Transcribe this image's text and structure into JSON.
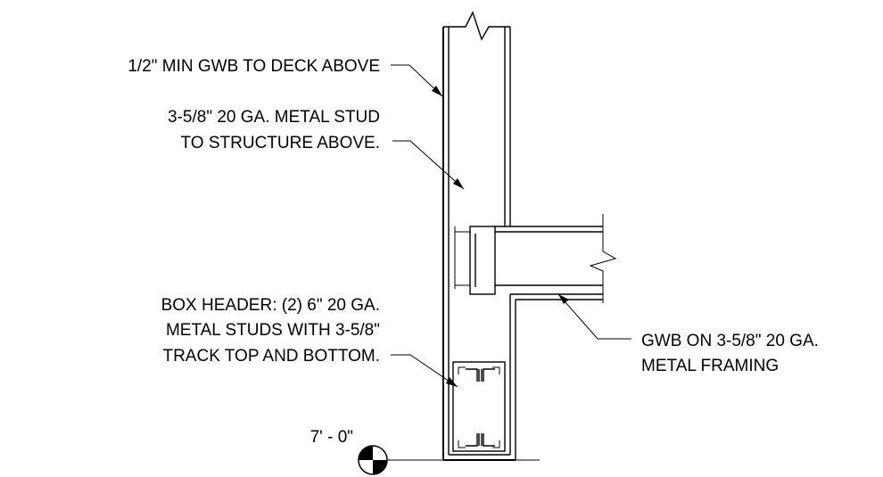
{
  "annotations": {
    "gwb_to_deck": "1/2\" MIN GWB TO DECK ABOVE",
    "stud_line1": "3-5/8\" 20 GA. METAL STUD",
    "stud_line2": "TO STRUCTURE ABOVE.",
    "header_line1": "BOX HEADER: (2) 6\" 20 GA.",
    "header_line2": "METAL STUDS WITH 3-5/8\"",
    "header_line3": "TRACK TOP AND BOTTOM.",
    "framing_line1": "GWB ON 3-5/8\"  20 GA.",
    "framing_line2": "METAL FRAMING",
    "elevation": "7' - 0\""
  },
  "colors": {
    "line": "#000000",
    "background": "#ffffff"
  }
}
